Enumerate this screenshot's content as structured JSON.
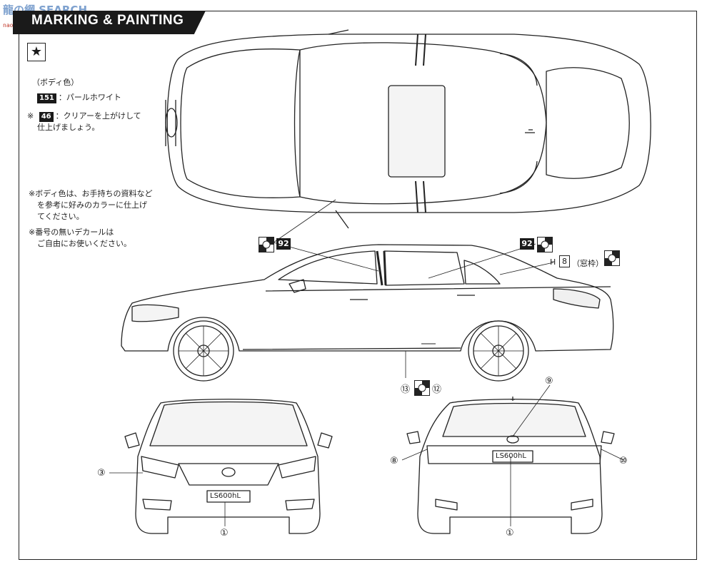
{
  "watermark": {
    "text": "龍の網 SEARCH",
    "sub": "nao-shop.com"
  },
  "header": {
    "title": "MARKING & PAINTING"
  },
  "icons": {
    "star": "star-icon"
  },
  "notes": {
    "body_color_heading": "（ボディ色）",
    "color_151": {
      "code": "151",
      "text": "：パールホワイト"
    },
    "color_46_mark": "※",
    "color_46": {
      "code": "46",
      "text": "：クリアーを上がけして"
    },
    "color_46_cont": "仕上げましょう。",
    "body_note_1": "※ボディ色は、お手持ちの資料など",
    "body_note_2": "を参考に好みのカラーに仕上げ",
    "body_note_3": "てください。",
    "decal_note_1": "※番号の無いデカールは",
    "decal_note_2": "ご自由にお使いください。"
  },
  "callouts": {
    "c92_left": "92",
    "c92_right": "92",
    "h_label": "H",
    "h_num": "8",
    "window_frame": "（窓枠）",
    "c13": "⑬",
    "c12": "⑫",
    "c9": "⑨",
    "c3": "③",
    "c8": "⑧",
    "c10": "⑩",
    "c1_front": "①",
    "c1_rear": "①"
  },
  "plates": {
    "front": "LS600hL",
    "rear": "LS600hL"
  }
}
